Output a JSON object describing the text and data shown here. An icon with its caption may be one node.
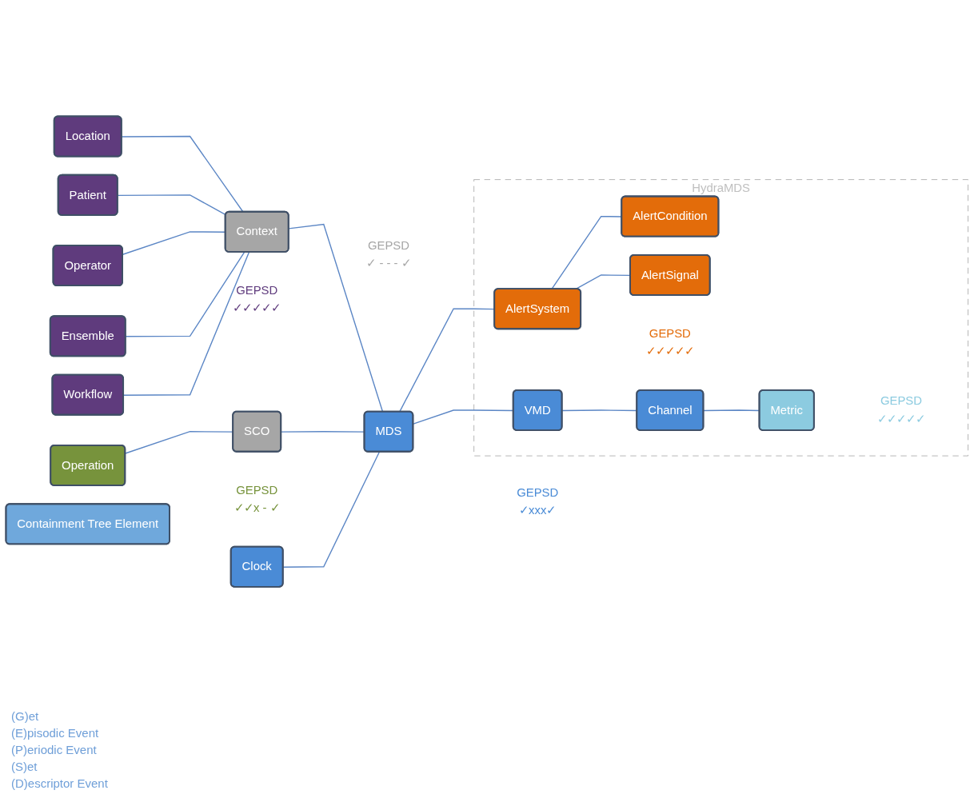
{
  "diagram": {
    "nodes": [
      {
        "text": [
          "Location"
        ]
      },
      {
        "text": [
          "Patient"
        ]
      },
      {
        "text": [
          "Ensemble"
        ]
      },
      {
        "text": [
          "Workflow"
        ]
      },
      {
        "text": [
          "Operator"
        ],
        "beside": [
          "GEPSD",
          "✓✓✓✓✓"
        ]
      },
      {
        "text": [
          "Context"
        ],
        "beside": [
          "GEPSD",
          "✓ - - - ✓"
        ]
      },
      {
        "text": [
          "Operation"
        ],
        "beside": [
          "GEPSD",
          "✓✓x - ✓"
        ]
      },
      {
        "text": [
          "SCO"
        ]
      },
      {
        "text": [
          "Clock"
        ]
      },
      {
        "text": [
          "MDS"
        ],
        "beside": [
          "GEPSD",
          "✓xxx✓"
        ]
      },
      {
        "text": [
          "HydraMDS"
        ]
      },
      {
        "text": [
          "AlertSystem"
        ],
        "in": 10,
        "beside": [
          "GEPSD",
          "✓✓✓✓✓"
        ]
      },
      {
        "text": [
          "AlertCondition"
        ],
        "in": 10
      },
      {
        "text": [
          "AlertSignal"
        ],
        "in": 10
      },
      {
        "text": [
          "VMD"
        ],
        "in": 10
      },
      {
        "text": [
          "Channel"
        ],
        "in": 10
      },
      {
        "text": [
          "Metric"
        ],
        "in": 10,
        "beside": [
          "GEPSD",
          "✓✓✓✓✓"
        ]
      },
      {
        "text": [
          "Containment Tree Element"
        ]
      }
    ],
    "edges": [
      {
        "from": 0,
        "to": 5,
        "arrow": "none"
      },
      {
        "from": 1,
        "to": 5,
        "arrow": "none"
      },
      {
        "from": 2,
        "to": 5,
        "arrow": "none"
      },
      {
        "from": 3,
        "to": 5,
        "arrow": "none"
      },
      {
        "from": 4,
        "to": 5,
        "arrow": "none"
      },
      {
        "from": 5,
        "to": 9,
        "arrow": "none"
      },
      {
        "from": 6,
        "to": 7,
        "arrow": "none"
      },
      {
        "from": 7,
        "to": 9,
        "arrow": "none"
      },
      {
        "from": 8,
        "to": 9,
        "arrow": "none"
      },
      {
        "from": 9,
        "to": 11,
        "arrow": "none"
      },
      {
        "from": 9,
        "to": 14,
        "arrow": "none"
      },
      {
        "from": 11,
        "to": 12,
        "arrow": "none"
      },
      {
        "from": 11,
        "to": 13,
        "arrow": "none"
      },
      {
        "from": 14,
        "to": 15,
        "arrow": "none"
      },
      {
        "from": 15,
        "to": 16,
        "arrow": "none"
      }
    ],
    "labels": [
      "(G)et",
      "(E)pisodic Event",
      "(P)eriodic Event",
      "(S)et",
      "(D)escriptor Event"
    ]
  }
}
